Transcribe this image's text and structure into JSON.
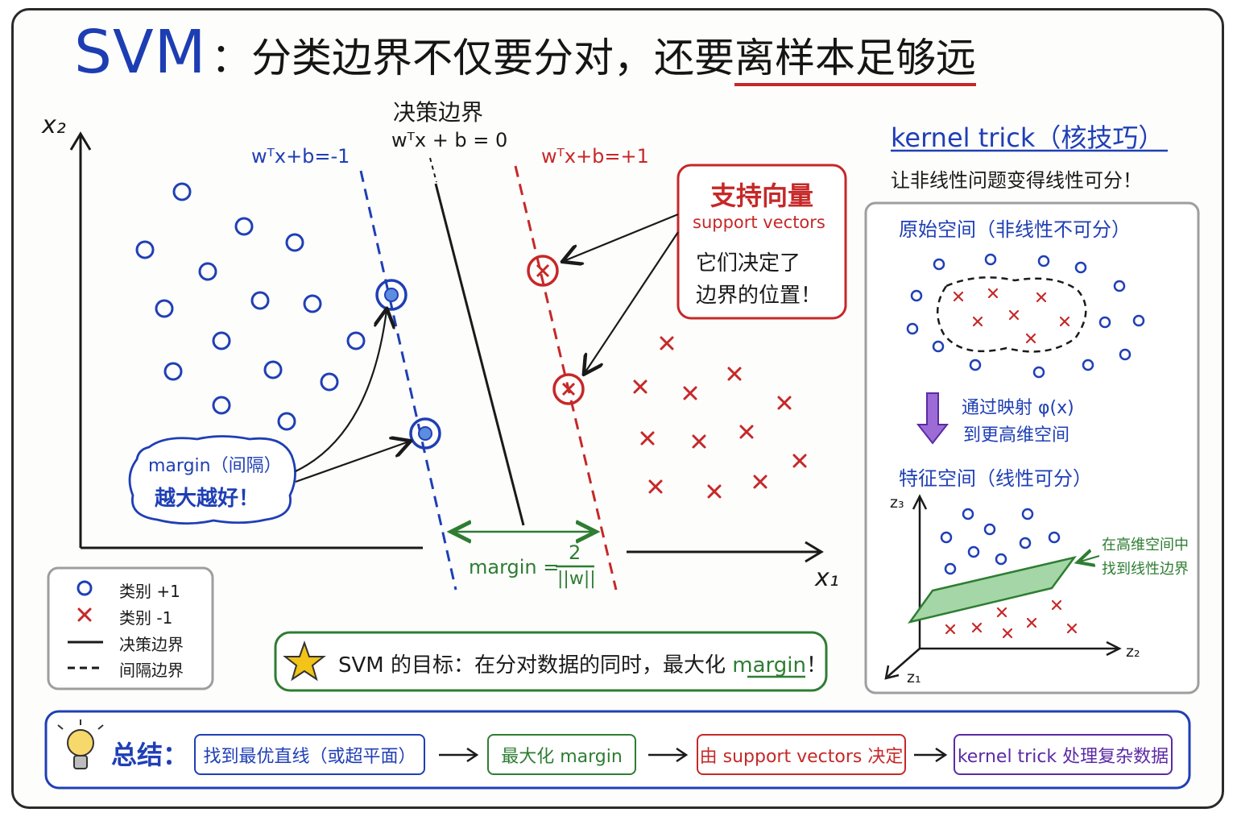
{
  "title": {
    "main": "SVM",
    "rest_prefix": "：分类边界不仅要分对，还要",
    "rest_highlight": "离样本足够远"
  },
  "plot": {
    "y_axis_label": "x₂",
    "x_axis_label": "x₁",
    "decision_title": "决策边界",
    "decision_eq": "wᵀx + b = 0",
    "neg_margin_eq": "wᵀx+b=-1",
    "pos_margin_eq": "wᵀx+b=+1",
    "support_title": "支持向量",
    "support_en": "support vectors",
    "support_line1": "它们决定了",
    "support_line2": "边界的位置！",
    "margin_bubble_line1": "margin（间隔）",
    "margin_bubble_line2": "越大越好！",
    "margin_formula_label": "margin =",
    "margin_formula_num": "2",
    "margin_formula_den": "||w||"
  },
  "legend": {
    "items": [
      {
        "symbol": "circle",
        "label": "类别 +1"
      },
      {
        "symbol": "cross",
        "label": "类别 -1"
      },
      {
        "symbol": "solid",
        "label": "决策边界"
      },
      {
        "symbol": "dashed",
        "label": "间隔边界"
      }
    ]
  },
  "goal": {
    "text_prefix": "SVM 的目标：在分对数据的同时，最大化 ",
    "text_highlight": "margin",
    "text_suffix": "！"
  },
  "kernel": {
    "title": "kernel trick（核技巧）",
    "subtitle": "让非线性问题变得线性可分！",
    "original_space": "原始空间（非线性不可分）",
    "mapping_line1": "通过映射 φ(x)",
    "mapping_line2": "到更高维空间",
    "feature_space": "特征空间（线性可分）",
    "axis_z1": "z₁",
    "axis_z2": "z₂",
    "axis_z3": "z₃",
    "plane_note_line1": "在高维空间中",
    "plane_note_line2": "找到线性边界"
  },
  "summary": {
    "label": "总结：",
    "steps": [
      "找到最优直线（或超平面）",
      "最大化 margin",
      "由 support vectors 决定",
      "kernel trick 处理复杂数据"
    ]
  },
  "colors": {
    "blue": "#1f3fb5",
    "red": "#c62828",
    "green": "#2e7d32",
    "purple": "#5b2aa6",
    "star": "#f2c318",
    "plane": "#a5d6a7"
  }
}
